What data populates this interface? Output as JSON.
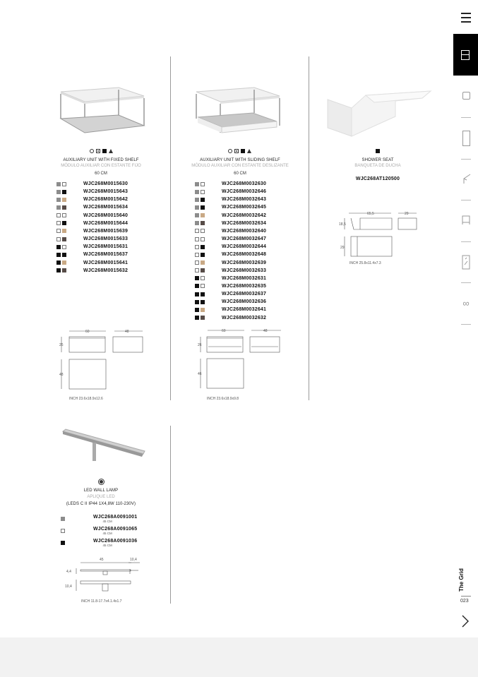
{
  "colors": {
    "grey": "#8c8c8c",
    "white": "#ffffff",
    "black": "#111111",
    "tan": "#c9a985",
    "dark": "#574c48"
  },
  "products": [
    {
      "title": "AUXILIARY UNIT WITH FIXED SHELF",
      "subtitle": "MÓDULO AUXILIAR CON ESTANTE FIJO",
      "size": "60 CM",
      "codes": [
        [
          "grey",
          "white",
          "WJC268M0015630"
        ],
        [
          "grey",
          "black",
          "WJC268M0015643"
        ],
        [
          "grey",
          "tan",
          "WJC268M0015642"
        ],
        [
          "grey",
          "dark",
          "WJC268M0015634"
        ],
        [
          "white",
          "white",
          "WJC268M0015640"
        ],
        [
          "white",
          "black",
          "WJC268M0015644"
        ],
        [
          "white",
          "tan",
          "WJC268M0015639"
        ],
        [
          "white",
          "dark",
          "WJC268M0015633"
        ],
        [
          "black",
          "white",
          "WJC268M0015631"
        ],
        [
          "black",
          "black",
          "WJC268M0015637"
        ],
        [
          "black",
          "tan",
          "WJC268M0015641"
        ],
        [
          "black",
          "dark",
          "WJC268M0015632"
        ]
      ],
      "dims": {
        "w": "60",
        "d": "48",
        "h": "26",
        "depth": "48"
      },
      "inch": "INCH 23.6x18.9x12.6"
    },
    {
      "title": "AUXILIARY UNIT WITH SLIDING SHELF",
      "subtitle": "MÓDULO AUXILIAR CON ESTANTE DESLIZANTE",
      "size": "60 CM",
      "codes": [
        [
          "grey",
          "white",
          "WJC268M0032630"
        ],
        [
          "grey",
          "white",
          "WJC268M0032646"
        ],
        [
          "grey",
          "black",
          "WJC268M0032643"
        ],
        [
          "grey",
          "black",
          "WJC268M0032645"
        ],
        [
          "grey",
          "tan",
          "WJC268M0032642"
        ],
        [
          "grey",
          "dark",
          "WJC268M0032634"
        ],
        [
          "white",
          "white",
          "WJC268M0032640"
        ],
        [
          "white",
          "white",
          "WJC268M0032647"
        ],
        [
          "white",
          "black",
          "WJC268M0032644"
        ],
        [
          "white",
          "black",
          "WJC268M0032648"
        ],
        [
          "white",
          "tan",
          "WJC268M0032639"
        ],
        [
          "white",
          "dark",
          "WJC268M0032633"
        ],
        [
          "black",
          "white",
          "WJC268M0032631"
        ],
        [
          "black",
          "white",
          "WJC268M0032635"
        ],
        [
          "black",
          "black",
          "WJC268M0032637"
        ],
        [
          "black",
          "black",
          "WJC268M0032636"
        ],
        [
          "black",
          "tan",
          "WJC268M0032641"
        ],
        [
          "black",
          "dark",
          "WJC268M0032632"
        ]
      ],
      "dims": {
        "w": "60",
        "d": "48",
        "h": "26",
        "depth": "46"
      },
      "inch": "INCH 23.6x18.9x9.8"
    },
    {
      "title": "SHOWER SEAT",
      "subtitle": "BANQUETA DE DUCHA",
      "code": "WJC268AT120500",
      "dims": {
        "w": "65,5",
        "d": "29",
        "h": "18,5",
        "depth": "29"
      },
      "inch": "INCH 25.8x11.4x7.3"
    },
    {
      "title": "LED WALL LAMP",
      "subtitle": "APLIQUE LED",
      "spec": "(LEDS C II IP44 1X4,8W 110-230V)",
      "codes": [
        [
          "grey",
          "WJC268A0091001",
          "45 CM"
        ],
        [
          "white",
          "WJC268A0091065",
          "45 CM"
        ],
        [
          "black",
          "WJC268A0091036",
          "45 CM"
        ]
      ],
      "dims": {
        "w": "45",
        "d": "10,4",
        "h": "4,4",
        "depth": "10,4"
      },
      "inch": "INCH 11.8-17.7x4.1.4x1.7"
    }
  ],
  "sidebar": {
    "icons": [
      "menu-icon",
      "furniture-icon",
      "washbasin-icon",
      "shower-screen-icon",
      "faucet-icon",
      "cabinet-icon",
      "mirror-icon",
      "accessories-icon"
    ],
    "label": "The Grid",
    "page": "023"
  }
}
